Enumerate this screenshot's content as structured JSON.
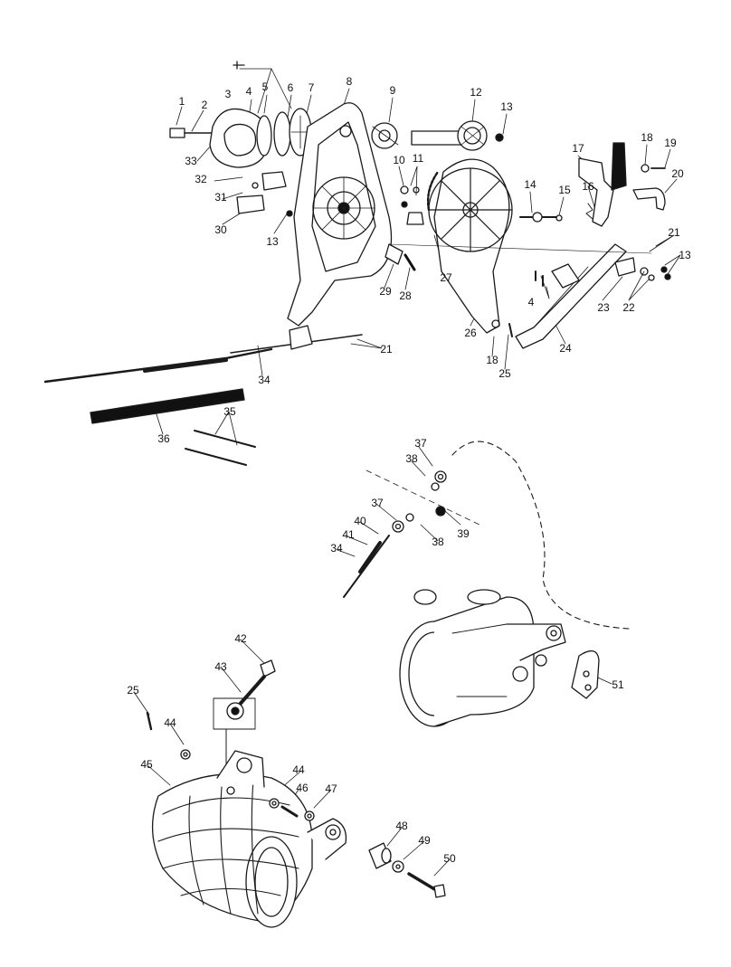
{
  "diagram": {
    "callouts": [
      "1",
      "2",
      "3",
      "4",
      "5",
      "6",
      "7",
      "8",
      "9",
      "10",
      "11",
      "12",
      "13",
      "14",
      "15",
      "16",
      "17",
      "18",
      "19",
      "20",
      "21",
      "22",
      "23",
      "24",
      "25",
      "26",
      "27",
      "28",
      "29",
      "30",
      "31",
      "32",
      "33",
      "34",
      "35",
      "36",
      "37",
      "38",
      "39",
      "40",
      "41",
      "42",
      "43",
      "44",
      "45",
      "46",
      "47",
      "48",
      "49",
      "50",
      "51"
    ],
    "colors": {
      "line": "#1a1a1a",
      "fill": "#ffffff",
      "dark": "#111111",
      "mid": "#9a9a9a"
    }
  }
}
